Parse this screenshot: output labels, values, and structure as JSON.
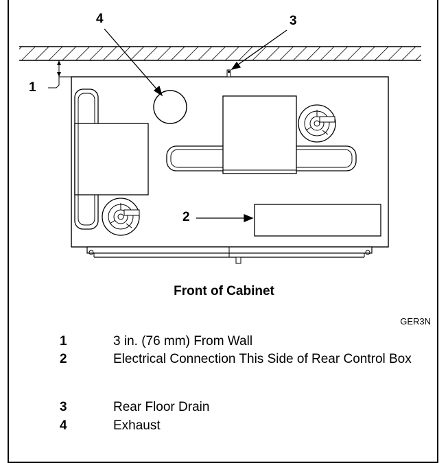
{
  "figure": {
    "callouts": [
      "1",
      "2",
      "3",
      "4"
    ],
    "caption": "Front of Cabinet",
    "figure_code": "GER3N"
  },
  "legend": [
    {
      "num": "1",
      "text": "3 in. (76 mm) From Wall"
    },
    {
      "num": "2",
      "text": "Electrical Connection This Side of Rear Control Box"
    },
    {
      "num": "3",
      "text": "Rear Floor Drain"
    },
    {
      "num": "4",
      "text": "Exhaust"
    }
  ]
}
